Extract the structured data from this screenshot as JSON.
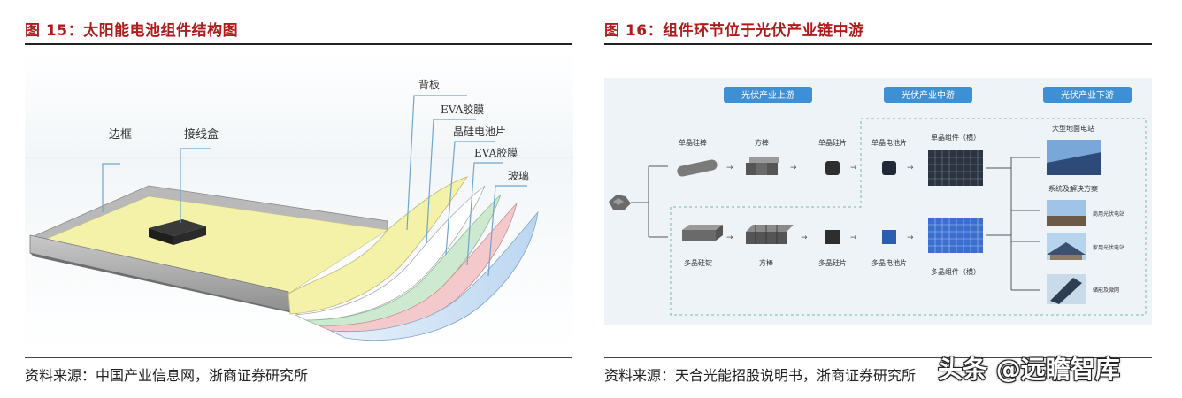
{
  "left_figure": {
    "title": "图 15：太阳能电池组件结构图",
    "labels": {
      "frame": "边框",
      "junction_box": "接线盒",
      "backsheet": "背板",
      "eva_top": "EVA胶膜",
      "cell": "晶硅电池片",
      "eva_bottom": "EVA胶膜",
      "glass": "玻璃"
    },
    "source": "资料来源：中国产业信息网，浙商证券研究所"
  },
  "right_figure": {
    "title": "图 16：组件环节位于光伏产业链中游",
    "stages": {
      "upstream": "光伏产业上游",
      "midstream": "光伏产业中游",
      "downstream": "光伏产业下游"
    },
    "mono": {
      "rod": "单晶硅棒",
      "square": "方棒",
      "wafer": "单晶硅片",
      "cell": "单晶电池片",
      "module": "单晶组件（横）"
    },
    "poly": {
      "ingot": "多晶硅锭",
      "square": "方棒",
      "wafer": "多晶硅片",
      "cell": "多晶电池片",
      "module": "多晶组件（横）"
    },
    "downstream": {
      "ground_station": "大型地面电站",
      "solutions": "系统及解决方案",
      "commercial": "商用光伏电站",
      "household": "家用光伏电站",
      "offgrid": "储能及微网"
    },
    "source": "资料来源：天合光能招股说明书，浙商证券研究所"
  },
  "watermark": "头条 @远瞻智库",
  "colors": {
    "title_red": "#b01c1c",
    "stage_blue": "#3d8fd6",
    "backsheet_yellow": "#f4f1a8",
    "eva_green": "#cde9cf",
    "cell_pink": "#f3c9cc",
    "glass_blue": "#d4e6f7",
    "frame_gray": "#a7a7a7"
  }
}
